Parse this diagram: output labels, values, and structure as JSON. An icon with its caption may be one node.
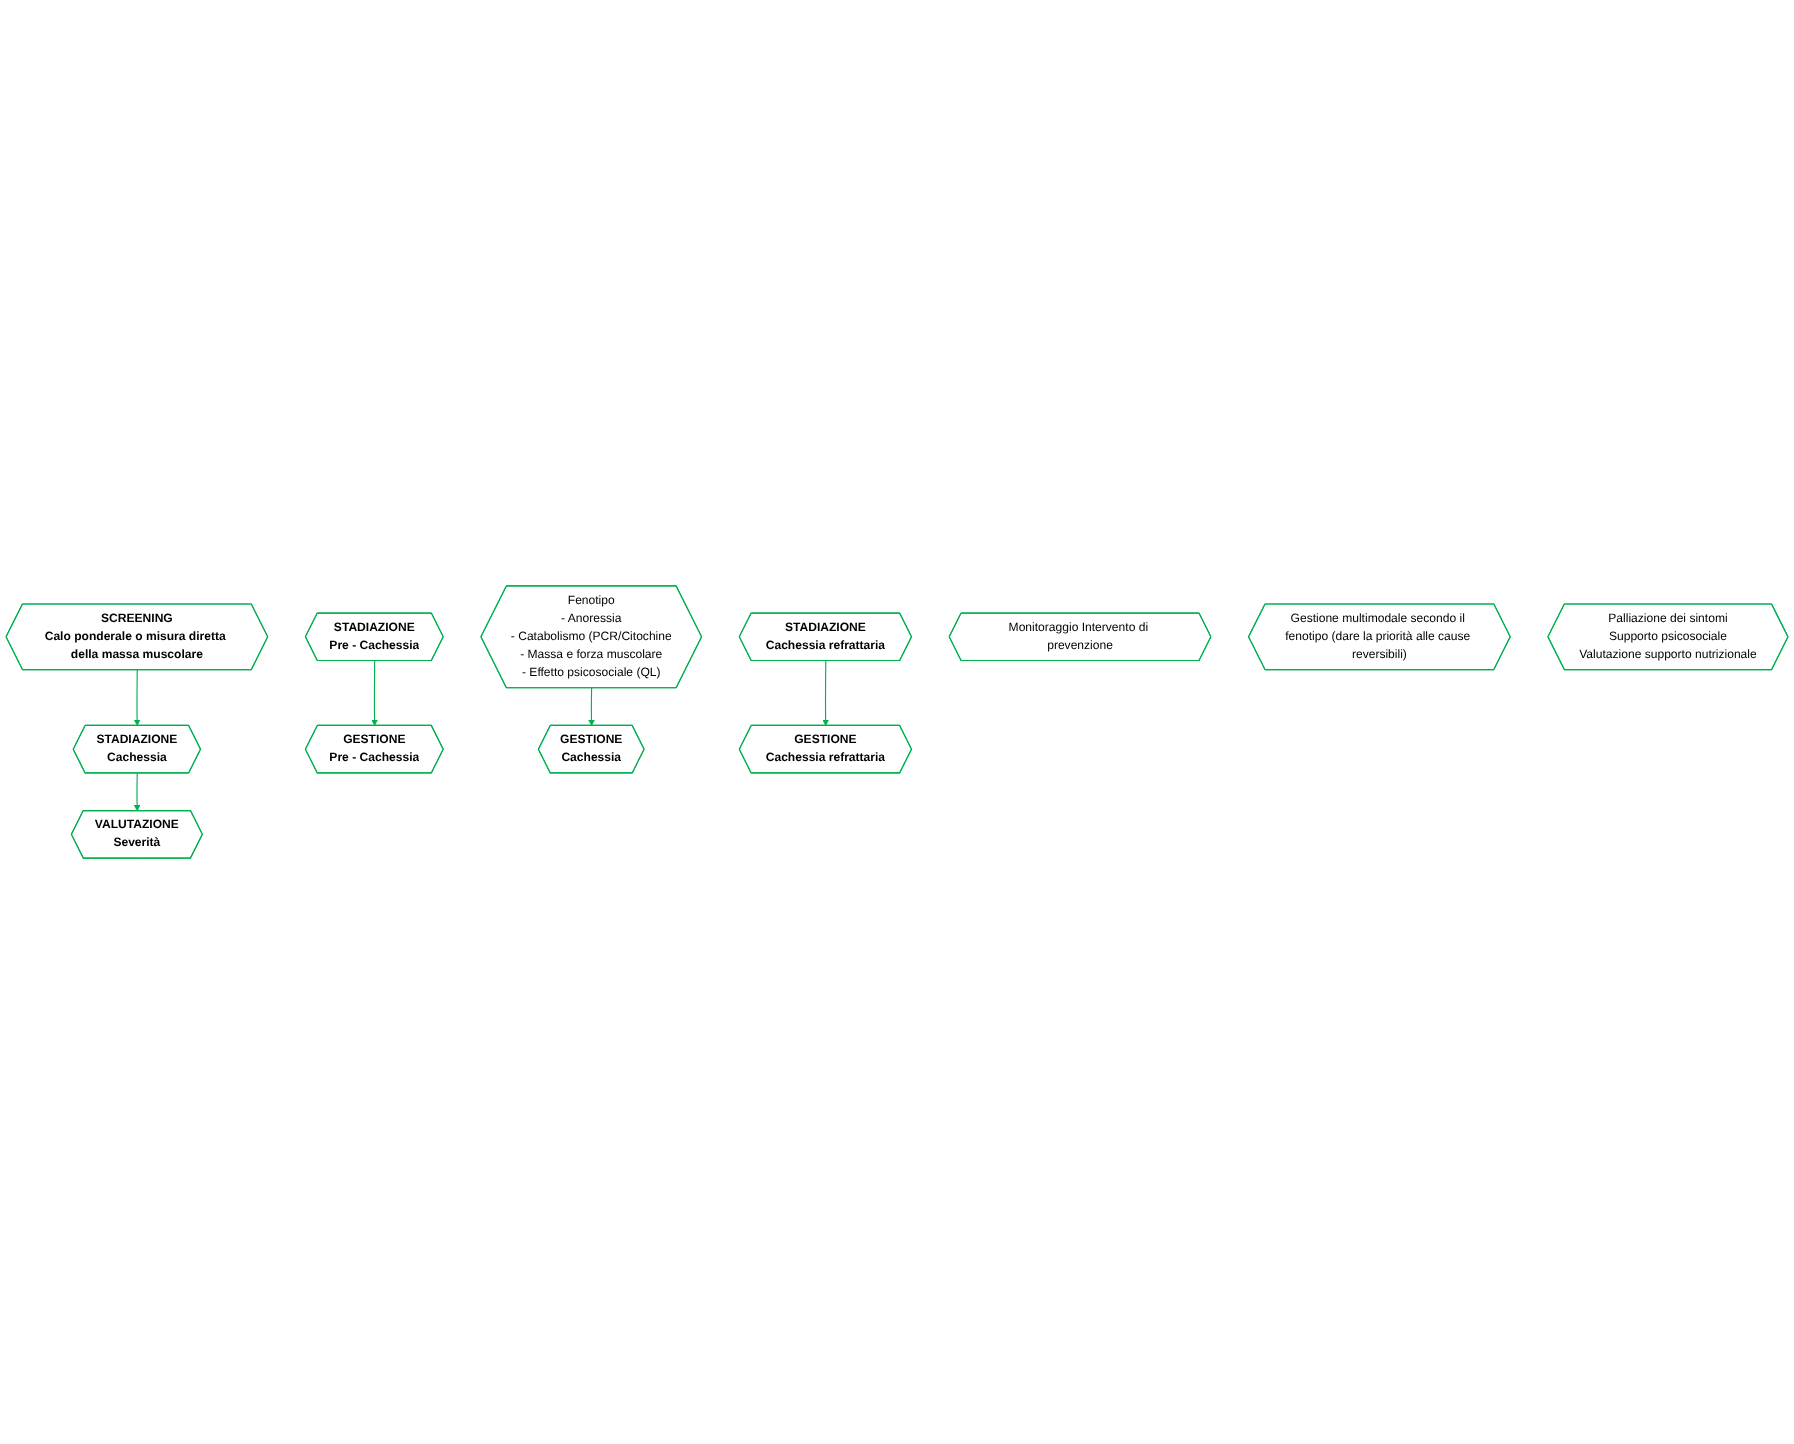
{
  "diagram": {
    "nodes": [
      {
        "text": [
          "SCREENING",
          "Calo ponderale o misura diretta della massa muscolare"
        ]
      },
      {
        "text": [
          "STADIAZIONE",
          "Pre - Cachessia"
        ]
      },
      {
        "text": [
          "STADIAZIONE",
          "Cachessia"
        ]
      },
      {
        "text": [
          "STADIAZIONE",
          "Cachessia refrattaria"
        ]
      },
      {
        "text": [
          "VALUTAZIONE",
          "Severità"
        ]
      },
      {
        "text": [
          "Fenotipo",
          "- Anoressia",
          "- Catabolismo (PCR/Citochine",
          "- Massa e forza muscolare",
          "- Effetto psicosociale (QL)"
        ]
      },
      {
        "text": [
          "GESTIONE",
          "Pre - Cachessia"
        ]
      },
      {
        "text": [
          "GESTIONE",
          "Cachessia"
        ]
      },
      {
        "text": [
          "GESTIONE",
          "Cachessia refrattaria"
        ]
      },
      {
        "text": [
          "Monitoraggio Intervento di prevenzione"
        ]
      },
      {
        "text": [
          "Gestione multimodale secondo il fenotipo (dare la priorità alle cause reversibili)"
        ]
      },
      {
        "text": [
          "Palliazione dei sintomi",
          "Supporto psicosociale",
          "Valutazione supporto nutrizionale"
        ]
      }
    ],
    "edges": [
      {
        "from": 0,
        "to": 2,
        "arrow": "to"
      },
      {
        "from": 1,
        "to": 6,
        "arrow": "to"
      },
      {
        "from": 2,
        "to": 4,
        "arrow": "to"
      },
      {
        "from": 5,
        "to": 7,
        "arrow": "to"
      },
      {
        "from": 3,
        "to": 8,
        "arrow": "to"
      }
    ]
  }
}
